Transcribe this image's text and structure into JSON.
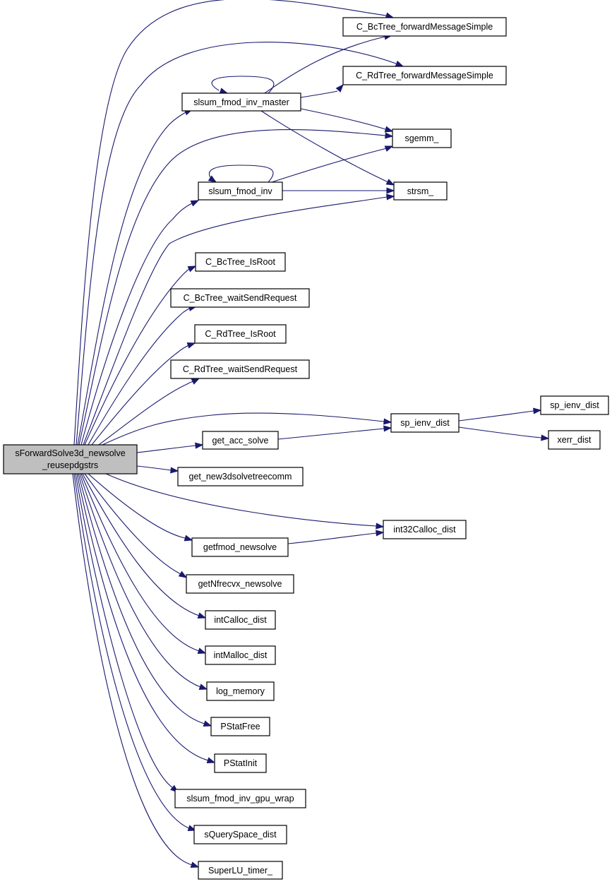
{
  "diagram": {
    "root": {
      "label_line1": "sForwardSolve3d_newsolve",
      "label_line2": "_reusepdgstrs"
    },
    "nodes": {
      "bc_fwd": "C_BcTree_forwardMessageSimple",
      "rd_fwd": "C_RdTree_forwardMessageSimple",
      "fmod_master": "slsum_fmod_inv_master",
      "sgemm": "sgemm_",
      "fmod_inv": "slsum_fmod_inv",
      "strsm": "strsm_",
      "bc_isroot": "C_BcTree_IsRoot",
      "bc_wait": "C_BcTree_waitSendRequest",
      "rd_isroot": "C_RdTree_IsRoot",
      "rd_wait": "C_RdTree_waitSendRequest",
      "sp_ienv_dist": "sp_ienv_dist",
      "sp_ienv_dist_2": "sp_ienv_dist",
      "xerr_dist": "xerr_dist",
      "get_acc_solve": "get_acc_solve",
      "get_new3d": "get_new3dsolvetreecomm",
      "int32calloc": "int32Calloc_dist",
      "getfmod": "getfmod_newsolve",
      "getnfrecvx": "getNfrecvx_newsolve",
      "intcalloc": "intCalloc_dist",
      "intmalloc": "intMalloc_dist",
      "log_memory": "log_memory",
      "pstatfree": "PStatFree",
      "pstatinit": "PStatInit",
      "gpu_wrap": "slsum_fmod_inv_gpu_wrap",
      "squery": "sQuerySpace_dist",
      "timer": "SuperLU_timer_"
    },
    "edges": [
      [
        "root",
        "bc_fwd"
      ],
      [
        "root",
        "rd_fwd"
      ],
      [
        "root",
        "fmod_master"
      ],
      [
        "root",
        "sgemm"
      ],
      [
        "root",
        "fmod_inv"
      ],
      [
        "root",
        "strsm"
      ],
      [
        "root",
        "bc_isroot"
      ],
      [
        "root",
        "bc_wait"
      ],
      [
        "root",
        "rd_isroot"
      ],
      [
        "root",
        "rd_wait"
      ],
      [
        "root",
        "sp_ienv_dist"
      ],
      [
        "root",
        "get_acc_solve"
      ],
      [
        "root",
        "get_new3d"
      ],
      [
        "root",
        "int32calloc"
      ],
      [
        "root",
        "getfmod"
      ],
      [
        "root",
        "getnfrecvx"
      ],
      [
        "root",
        "intcalloc"
      ],
      [
        "root",
        "intmalloc"
      ],
      [
        "root",
        "log_memory"
      ],
      [
        "root",
        "pstatfree"
      ],
      [
        "root",
        "pstatinit"
      ],
      [
        "root",
        "gpu_wrap"
      ],
      [
        "root",
        "squery"
      ],
      [
        "root",
        "timer"
      ],
      [
        "fmod_master",
        "bc_fwd"
      ],
      [
        "fmod_master",
        "rd_fwd"
      ],
      [
        "fmod_master",
        "fmod_master"
      ],
      [
        "fmod_master",
        "sgemm"
      ],
      [
        "fmod_master",
        "strsm"
      ],
      [
        "fmod_inv",
        "fmod_inv"
      ],
      [
        "fmod_inv",
        "sgemm"
      ],
      [
        "fmod_inv",
        "strsm"
      ],
      [
        "get_acc_solve",
        "sp_ienv_dist"
      ],
      [
        "sp_ienv_dist",
        "sp_ienv_dist_2"
      ],
      [
        "sp_ienv_dist",
        "xerr_dist"
      ],
      [
        "getfmod",
        "int32calloc"
      ]
    ],
    "colors": {
      "edge": "#191970",
      "root_fill": "#bfbfbf",
      "node_fill": "#ffffff",
      "border": "#000000"
    }
  }
}
